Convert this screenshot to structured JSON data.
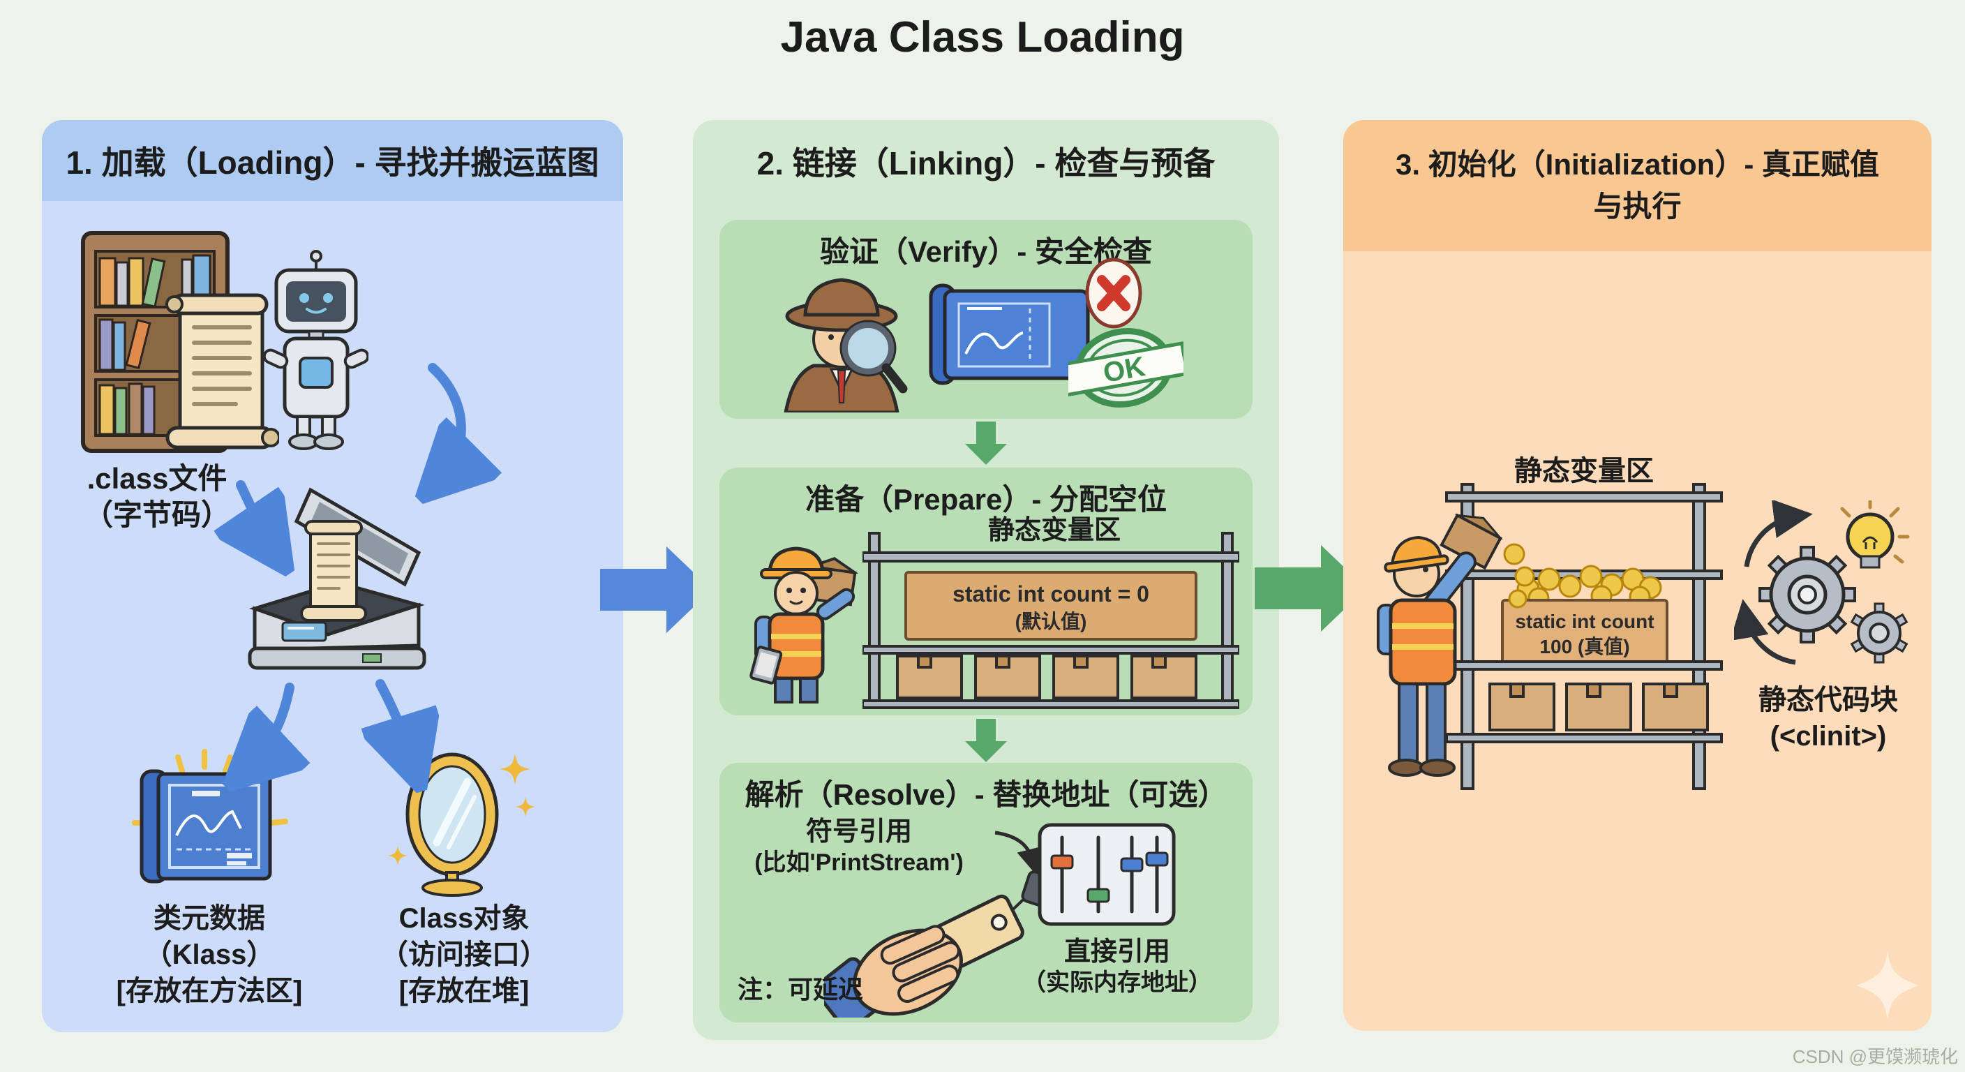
{
  "title": "Java Class Loading",
  "watermark": "CSDN @更馍濒琥化",
  "colors": {
    "page-bg": "#edf3ea",
    "text-dark": "#1c1c1c",
    "panel1-bg": "#cddcf8",
    "panel1-header-bg": "#aecbf1",
    "panel2-bg": "#d4e9d1",
    "panel2-card-bg": "#b9ddb5",
    "panel3-bg": "#fcdcba",
    "panel3-header-bg": "#f8c792",
    "arrow-blue": "#5588db",
    "arrow-green": "#57a869",
    "curved-arrow-blue": "#4f86d9"
  },
  "panel1": {
    "header": "1. 加载（Loading）- 寻找并搬运蓝图",
    "class_file": {
      "line1": ".class文件",
      "line2": "（字节码）"
    },
    "klass": {
      "line1": "类元数据",
      "line2": "（Klass）",
      "line3": "[存放在方法区]"
    },
    "class_object": {
      "line1": "Class对象",
      "line2": "（访问接口）",
      "line3": "[存放在堆]"
    }
  },
  "panel2": {
    "header": "2. 链接（Linking）- 检查与预备",
    "verify": {
      "title": "验证（Verify）- 安全检查",
      "ok": "OK"
    },
    "prepare": {
      "title": "准备（Prepare）- 分配空位",
      "area_label": "静态变量区",
      "sign_line1": "static int count = 0",
      "sign_line2": "(默认值)"
    },
    "resolve": {
      "title": "解析（Resolve）- 替换地址（可选）",
      "symbol_line1": "符号引用",
      "symbol_line2": "(比如'PrintStream')",
      "direct_line1": "直接引用",
      "direct_line2": "（实际内存地址）",
      "note": "注：可延迟"
    }
  },
  "panel3": {
    "header_line1": "3. 初始化（Initialization）- 真正赋值",
    "header_line2": "与执行",
    "area_label": "静态变量区",
    "sign_line1": "static int count",
    "sign_line2": "100 (真值)",
    "clinit_line1": "静态代码块",
    "clinit_line2": "(<clinit>)"
  }
}
